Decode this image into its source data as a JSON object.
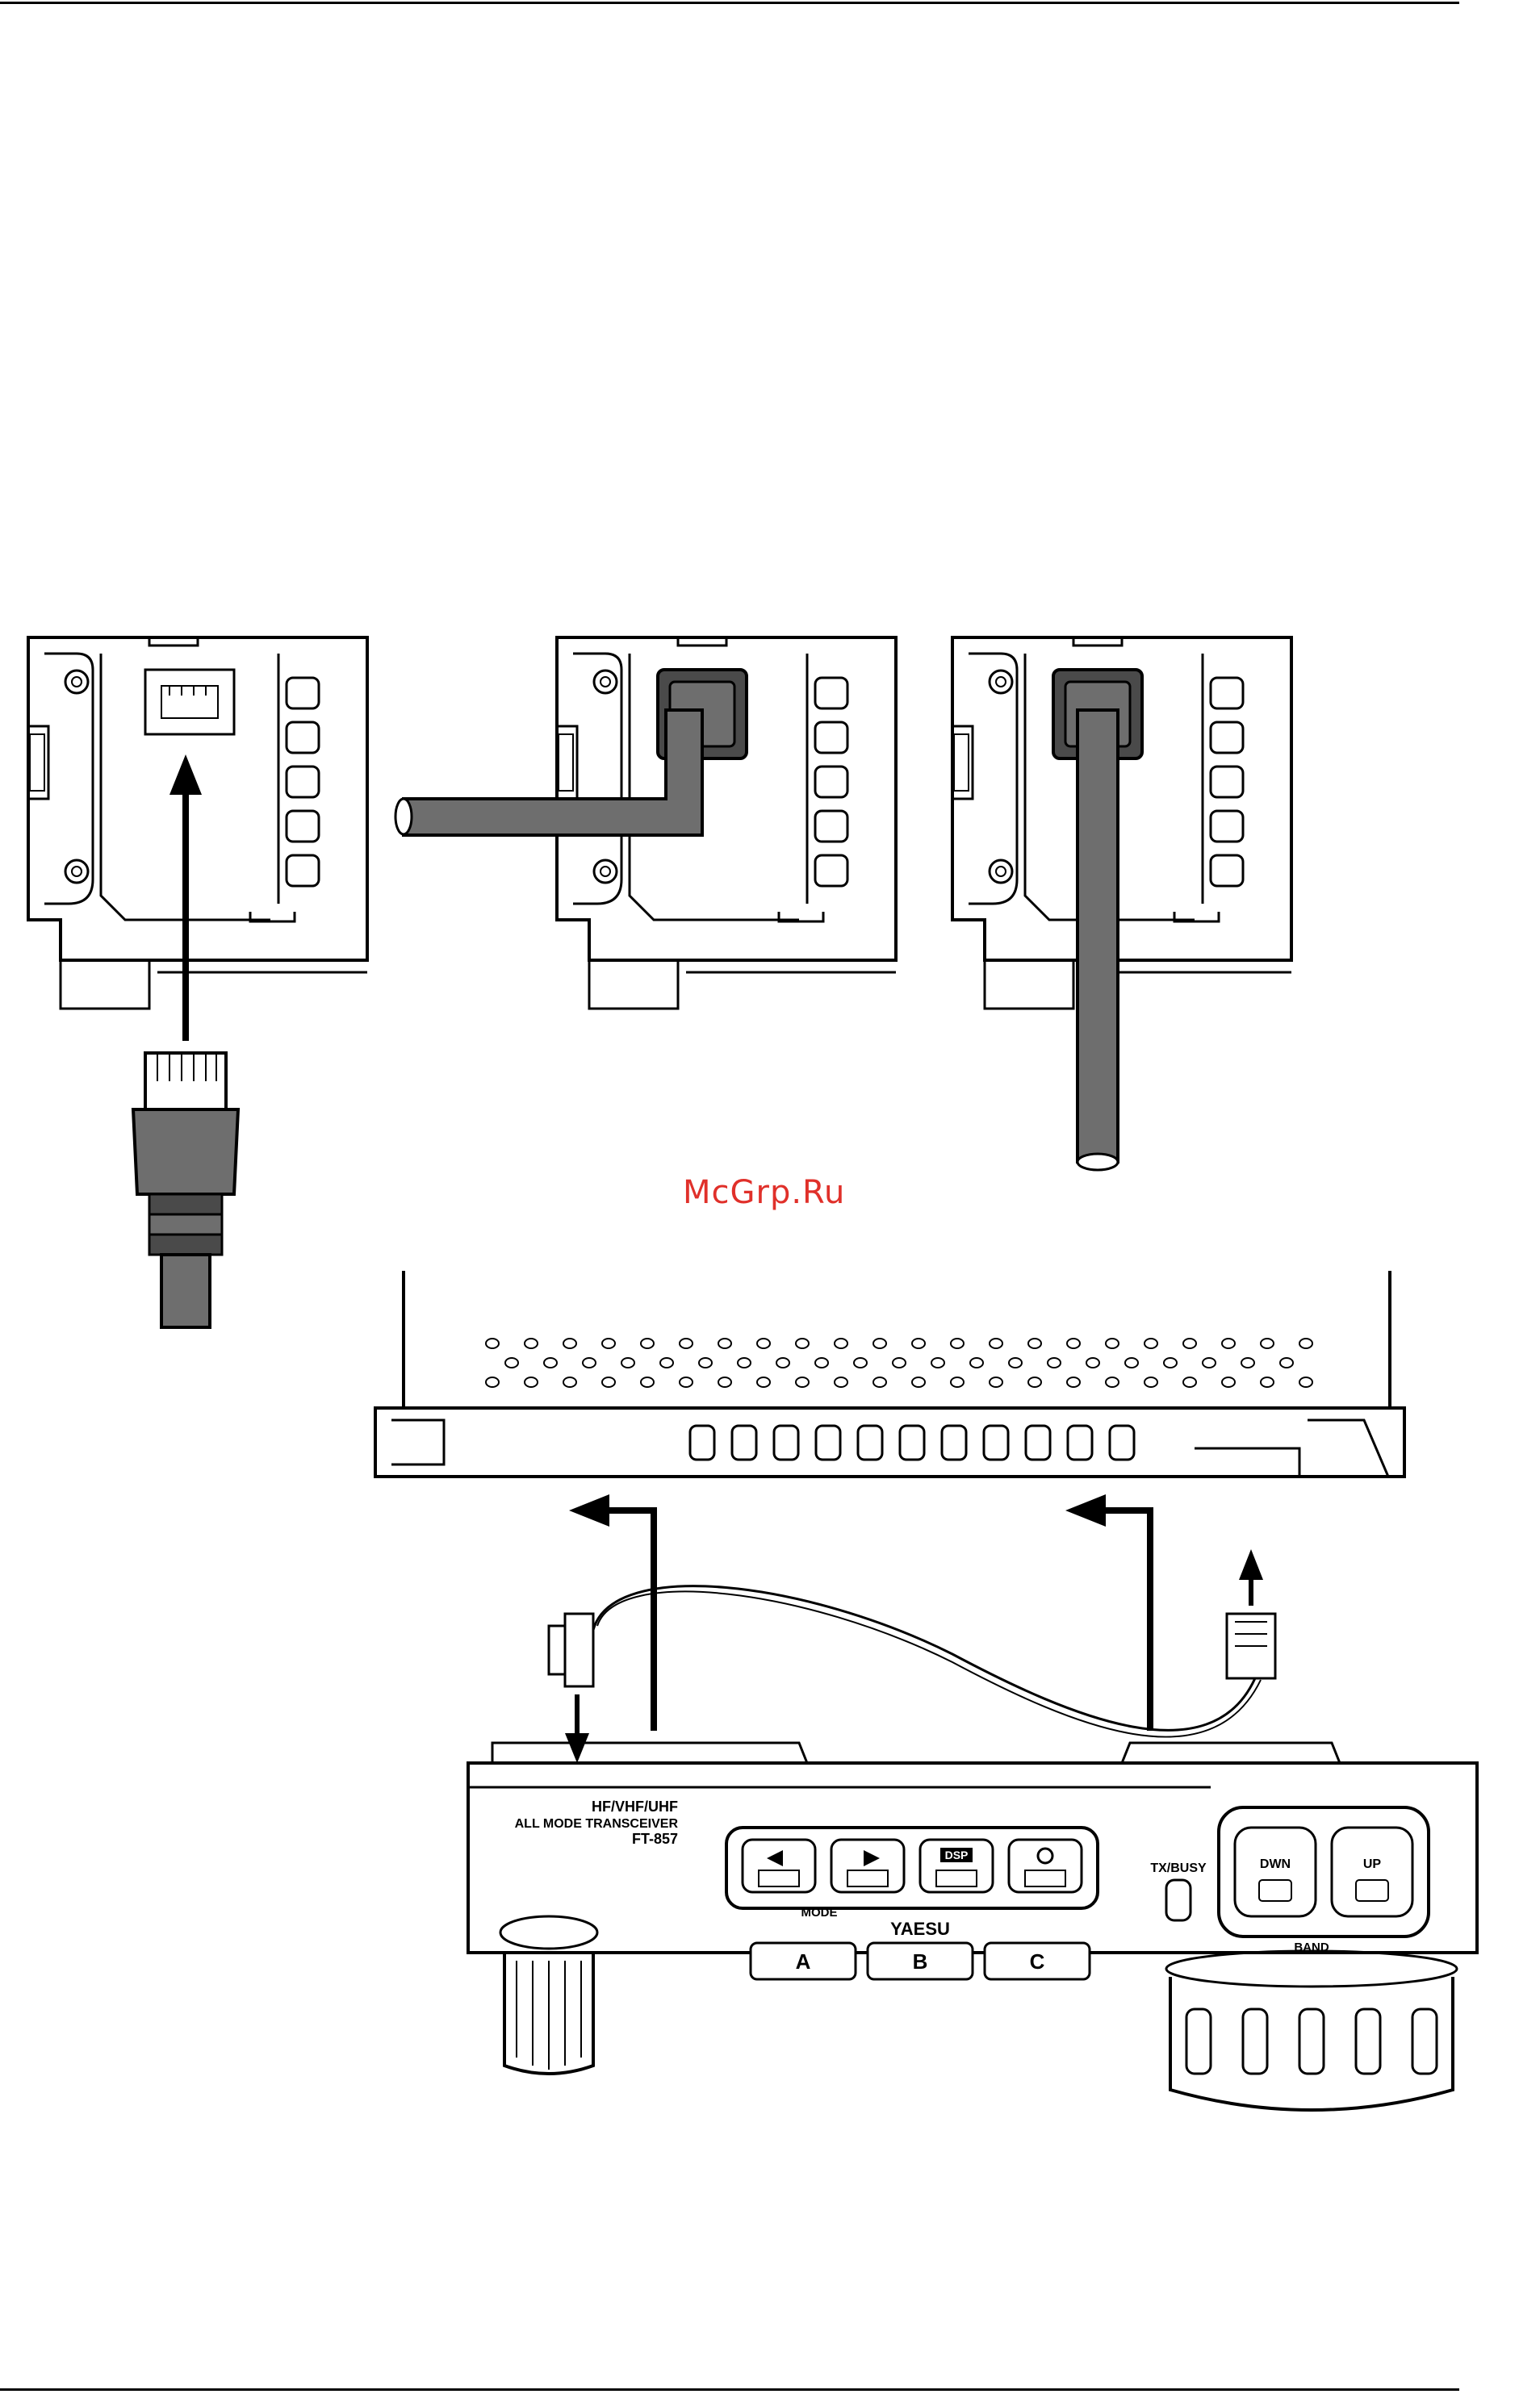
{
  "watermark": "McGrp.Ru",
  "panel": {
    "model_line1": "HF/VHF/UHF",
    "model_line2": "ALL MODE TRANSCEIVER",
    "model_line3": "FT-857",
    "brand": "YAESU",
    "mode_label": "MODE",
    "dsp_label": "DSP",
    "txbusy_label": "TX/BUSY",
    "dwn_label": "DWN",
    "up_label": "UP",
    "band_label": "BAND",
    "key_a": "A",
    "key_b": "B",
    "key_c": "C"
  },
  "colors": {
    "cable": "#6e6e6e",
    "plug": "#4a4a4a",
    "line": "#000000",
    "watermark": "#e0302a"
  }
}
